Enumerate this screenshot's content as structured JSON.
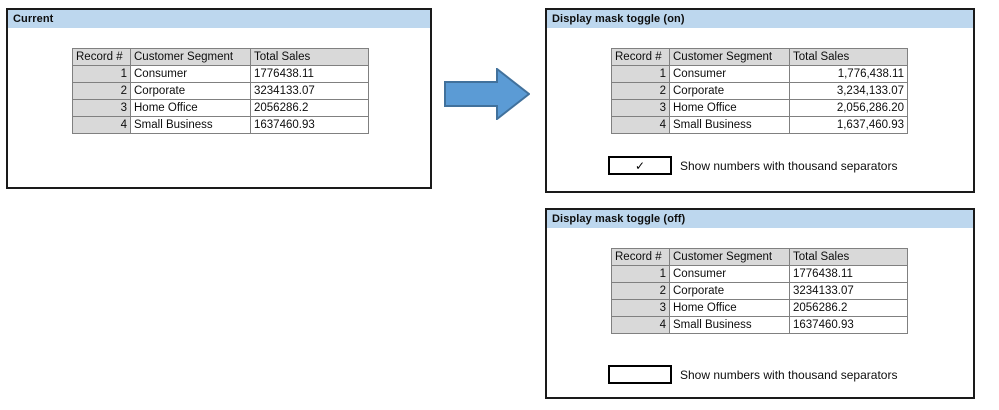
{
  "panels": {
    "current": {
      "title": "Current",
      "table": {
        "columns": [
          "Record #",
          "Customer Segment",
          "Total Sales"
        ],
        "rows": [
          [
            "1",
            "Consumer",
            "1776438.11"
          ],
          [
            "2",
            "Corporate",
            "3234133.07"
          ],
          [
            "3",
            "Home Office",
            "2056286.2"
          ],
          [
            "4",
            "Small Business",
            "1637460.93"
          ]
        ]
      }
    },
    "toggle_on": {
      "title": "Display mask toggle (on)",
      "table": {
        "columns": [
          "Record #",
          "Customer Segment",
          "Total Sales"
        ],
        "rows": [
          [
            "1",
            "Consumer",
            "1,776,438.11"
          ],
          [
            "2",
            "Corporate",
            "3,234,133.07"
          ],
          [
            "3",
            "Home Office",
            "2,056,286.20"
          ],
          [
            "4",
            "Small Business",
            "1,637,460.93"
          ]
        ]
      },
      "checkbox": {
        "label": "Show numbers with thousand separators",
        "checked": true,
        "mark": "✓"
      }
    },
    "toggle_off": {
      "title": "Display mask toggle (off)",
      "table": {
        "columns": [
          "Record #",
          "Customer Segment",
          "Total Sales"
        ],
        "rows": [
          [
            "1",
            "Consumer",
            "1776438.11"
          ],
          [
            "2",
            "Corporate",
            "3234133.07"
          ],
          [
            "3",
            "Home Office",
            "2056286.2"
          ],
          [
            "4",
            "Small Business",
            "1637460.93"
          ]
        ]
      },
      "checkbox": {
        "label": "Show numbers with thousand separators",
        "checked": false,
        "mark": ""
      }
    }
  },
  "arrow": {
    "name": "right-arrow",
    "fill": "#5b9bd5",
    "stroke": "#41719c"
  },
  "colors": {
    "header_band": "#bdd7ee",
    "table_header_fill": "#d9d9d9",
    "record_col_fill": "#d9d9d9",
    "border": "#808080",
    "panel_border": "#1a1a1a"
  }
}
